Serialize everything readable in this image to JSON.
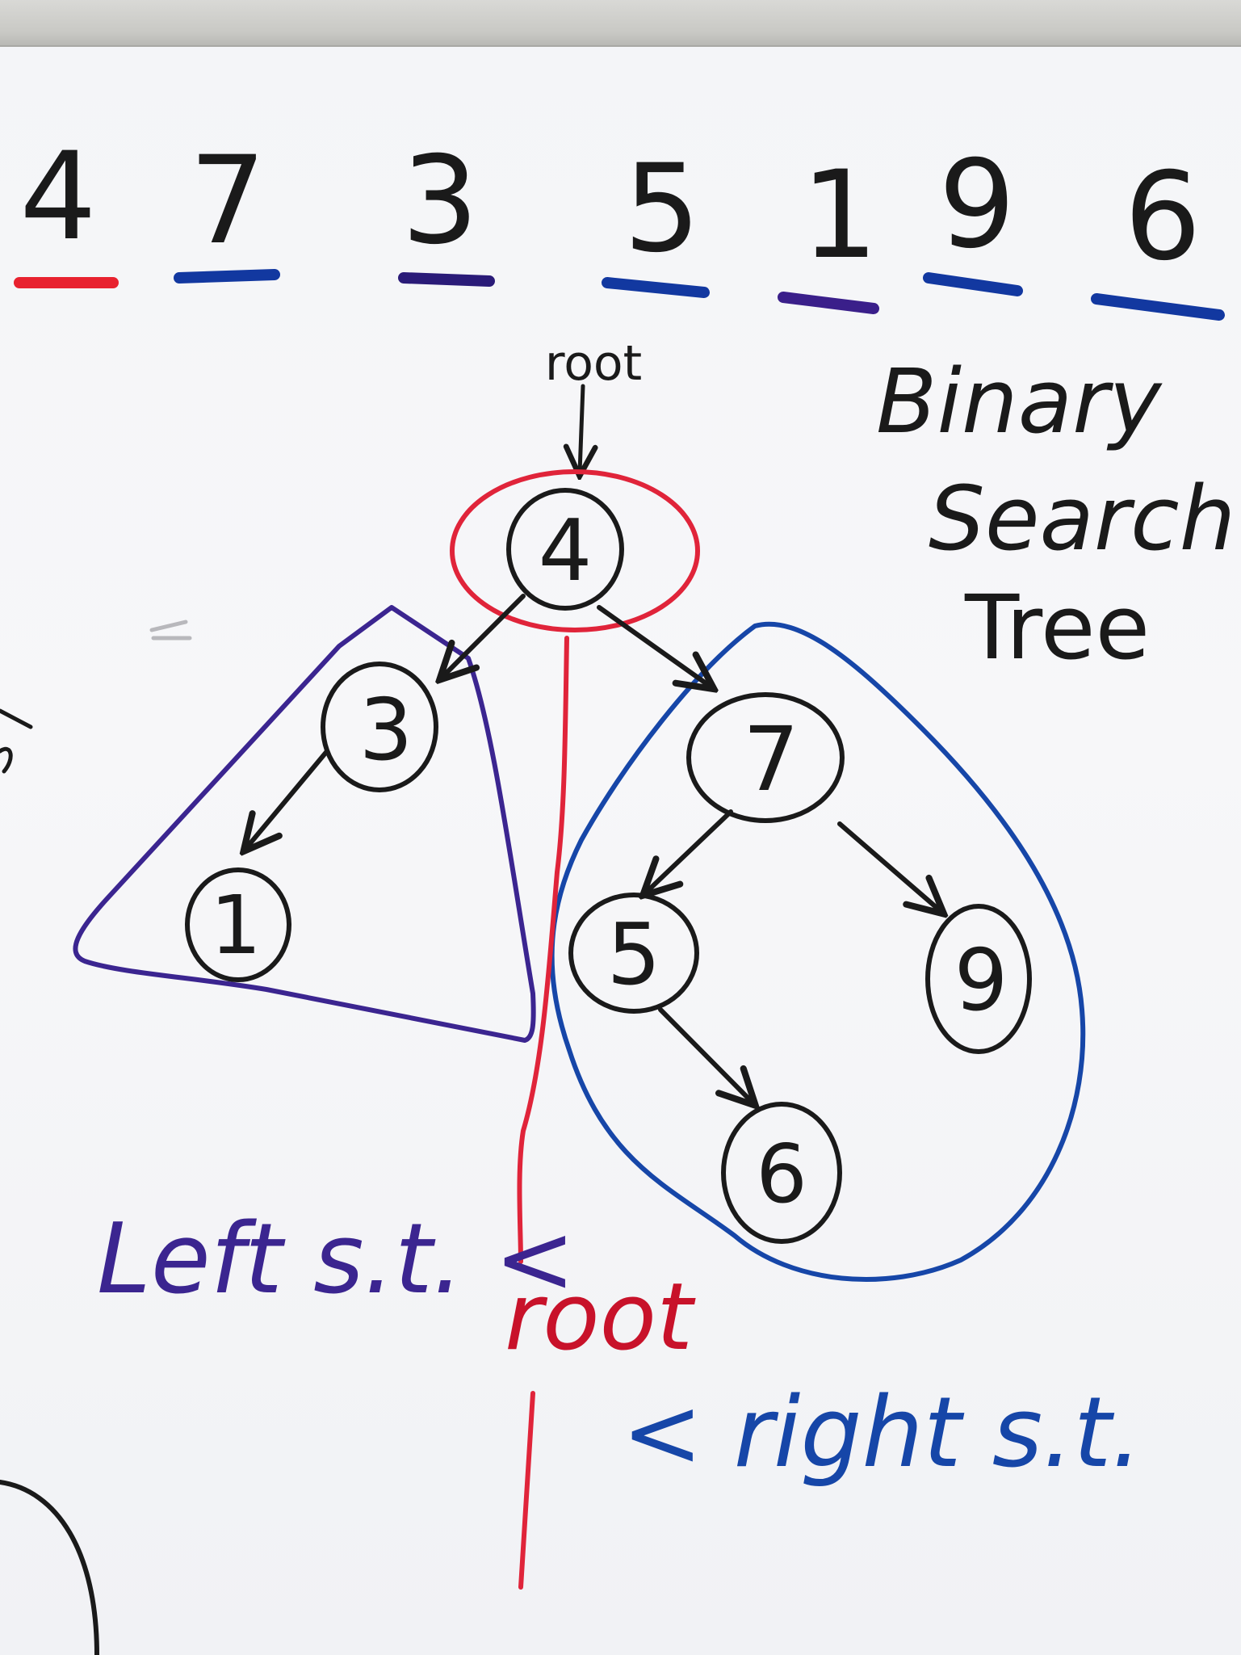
{
  "sequence": [
    {
      "value": "4",
      "underline_color": "#e8222f"
    },
    {
      "value": "7",
      "underline_color": "#1238a0"
    },
    {
      "value": "3",
      "underline_color": "#2a1b78"
    },
    {
      "value": "5",
      "underline_color": "#1238a0"
    },
    {
      "value": "1",
      "underline_color": "#3a1f8a"
    },
    {
      "value": "9",
      "underline_color": "#1238a0"
    },
    {
      "value": "6",
      "underline_color": "#1238a0"
    }
  ],
  "title_lines": [
    "Binary",
    "Search",
    "Tree"
  ],
  "root_label": "root",
  "nodes": [
    {
      "id": "n4",
      "value": "4"
    },
    {
      "id": "n3",
      "value": "3"
    },
    {
      "id": "n1",
      "value": "1"
    },
    {
      "id": "n7",
      "value": "7"
    },
    {
      "id": "n5",
      "value": "5"
    },
    {
      "id": "n9",
      "value": "9"
    },
    {
      "id": "n6",
      "value": "6"
    }
  ],
  "edges": [
    {
      "from": "4",
      "to": "3"
    },
    {
      "from": "4",
      "to": "7"
    },
    {
      "from": "3",
      "to": "1"
    },
    {
      "from": "7",
      "to": "5"
    },
    {
      "from": "7",
      "to": "9"
    },
    {
      "from": "5",
      "to": "6"
    }
  ],
  "caption": {
    "left": "Left s.t. <",
    "middle": "root",
    "right": "< right s.t."
  },
  "colors": {
    "ink_black": "#1a1a1a",
    "root_red": "#e0243a",
    "left_purple": "#3b2590",
    "right_blue": "#1646a8"
  }
}
